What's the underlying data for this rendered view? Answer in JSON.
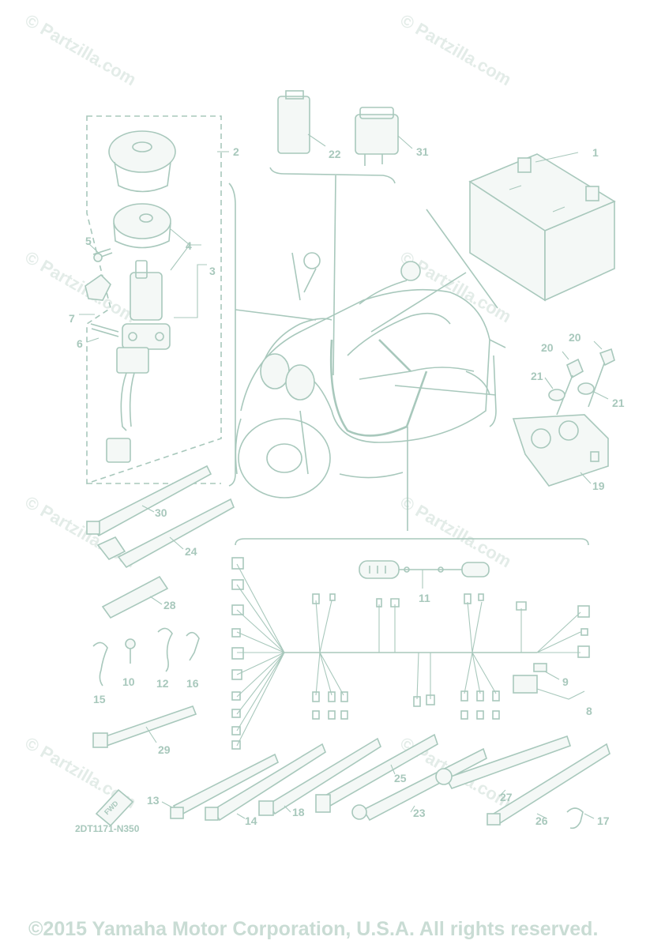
{
  "watermark": "© Partzilla.com",
  "diagram_code": "2DT1171-N350",
  "copyright": "©2015 Yamaha Motor Corporation, U.S.A. All rights reserved.",
  "fwd_label": "FWD",
  "callouts": {
    "c1": "1",
    "c2": "2",
    "c3": "3",
    "c4": "4",
    "c5": "5",
    "c6": "6",
    "c7": "7",
    "c8": "8",
    "c9": "9",
    "c10": "10",
    "c11": "11",
    "c12": "12",
    "c13": "13",
    "c14": "14",
    "c15": "15",
    "c16": "16",
    "c17": "17",
    "c18": "18",
    "c19": "19",
    "c20a": "20",
    "c20b": "20",
    "c21a": "21",
    "c21b": "21",
    "c22": "22",
    "c23": "23",
    "c24": "24",
    "c25": "25",
    "c26": "26",
    "c27": "27",
    "c28": "28",
    "c29": "29",
    "c30": "30",
    "c31": "31"
  }
}
